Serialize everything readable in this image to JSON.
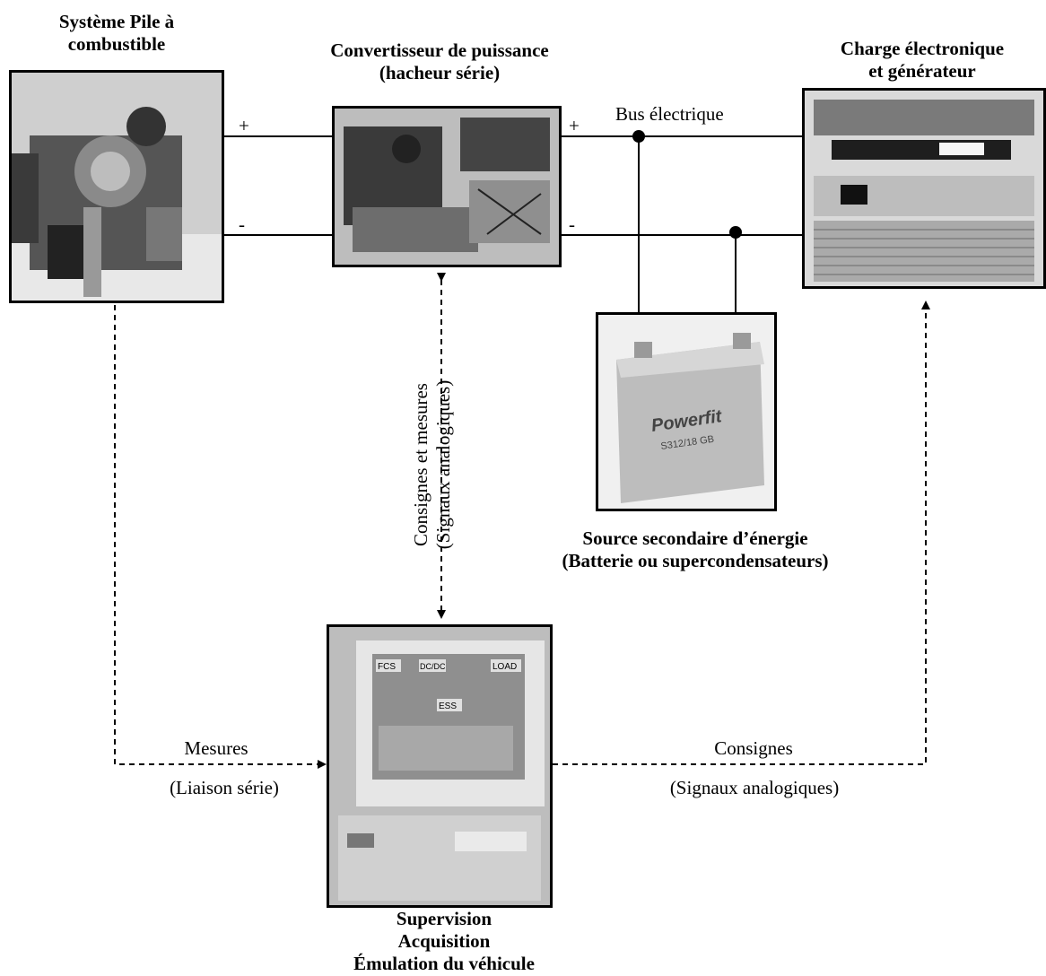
{
  "fuel_cell": {
    "title_line1": "Système Pile à",
    "title_line2": "combustible"
  },
  "converter": {
    "title_line1": "Convertisseur de puissance",
    "title_line2": "(hacheur série)"
  },
  "load": {
    "title_line1": "Charge électronique",
    "title_line2": "et générateur"
  },
  "bus": {
    "label": "Bus électrique",
    "plus": "+",
    "minus": "-"
  },
  "secondary": {
    "title_line1": "Source secondaire d’énergie",
    "title_line2": "(Batterie ou supercondensateurs)",
    "battery_brand": "Powerfit",
    "battery_model": "S312/18 GB"
  },
  "supervision": {
    "line1": "Supervision",
    "line2": "Acquisition",
    "line3": "Émulation du véhicule",
    "screen_labels": [
      "FCS",
      "DC/DC",
      "ESS",
      "LOAD"
    ]
  },
  "links": {
    "measures": "Mesures",
    "measures_sub": "(Liaison série)",
    "setpoints": "Consignes",
    "setpoints_sub": "(Signaux analogiques)",
    "converter_link_line1": "Consignes et mesures",
    "converter_link_line2": "(Signaux analogiques)"
  }
}
